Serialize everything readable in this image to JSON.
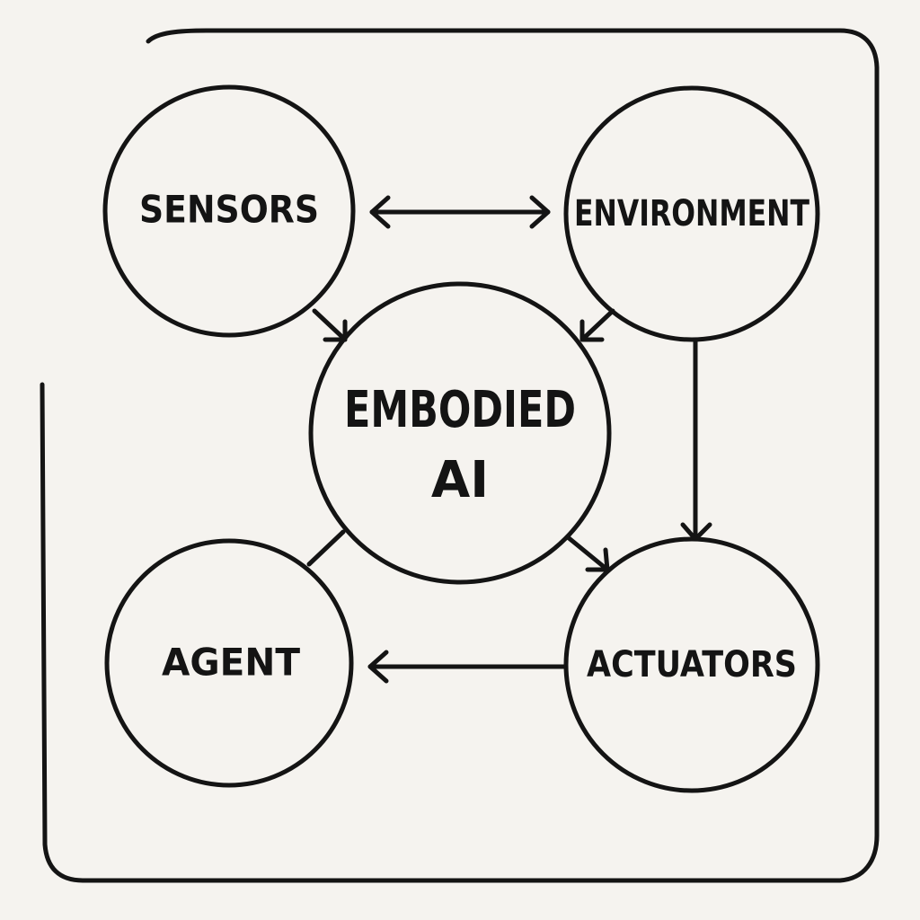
{
  "diagram": {
    "nodes": {
      "sensors": {
        "label": "SENSORS"
      },
      "environment": {
        "label": "ENVIRONMENT"
      },
      "embodied": {
        "line1": "EMBODIED",
        "line2": "AI"
      },
      "agent": {
        "label": "AGENT"
      },
      "actuators": {
        "label": "ACTUATORS"
      }
    },
    "edges": [
      {
        "from": "sensors",
        "to": "environment",
        "direction": "both"
      },
      {
        "from": "sensors",
        "to": "embodied",
        "direction": "forward"
      },
      {
        "from": "environment",
        "to": "embodied",
        "direction": "forward"
      },
      {
        "from": "environment",
        "to": "actuators",
        "direction": "forward"
      },
      {
        "from": "embodied",
        "to": "actuators",
        "direction": "forward"
      },
      {
        "from": "embodied",
        "to": "agent",
        "direction": "none"
      },
      {
        "from": "actuators",
        "to": "agent",
        "direction": "forward"
      }
    ],
    "colors": {
      "ink": "#141414",
      "paper": "#f5f3ef"
    }
  }
}
